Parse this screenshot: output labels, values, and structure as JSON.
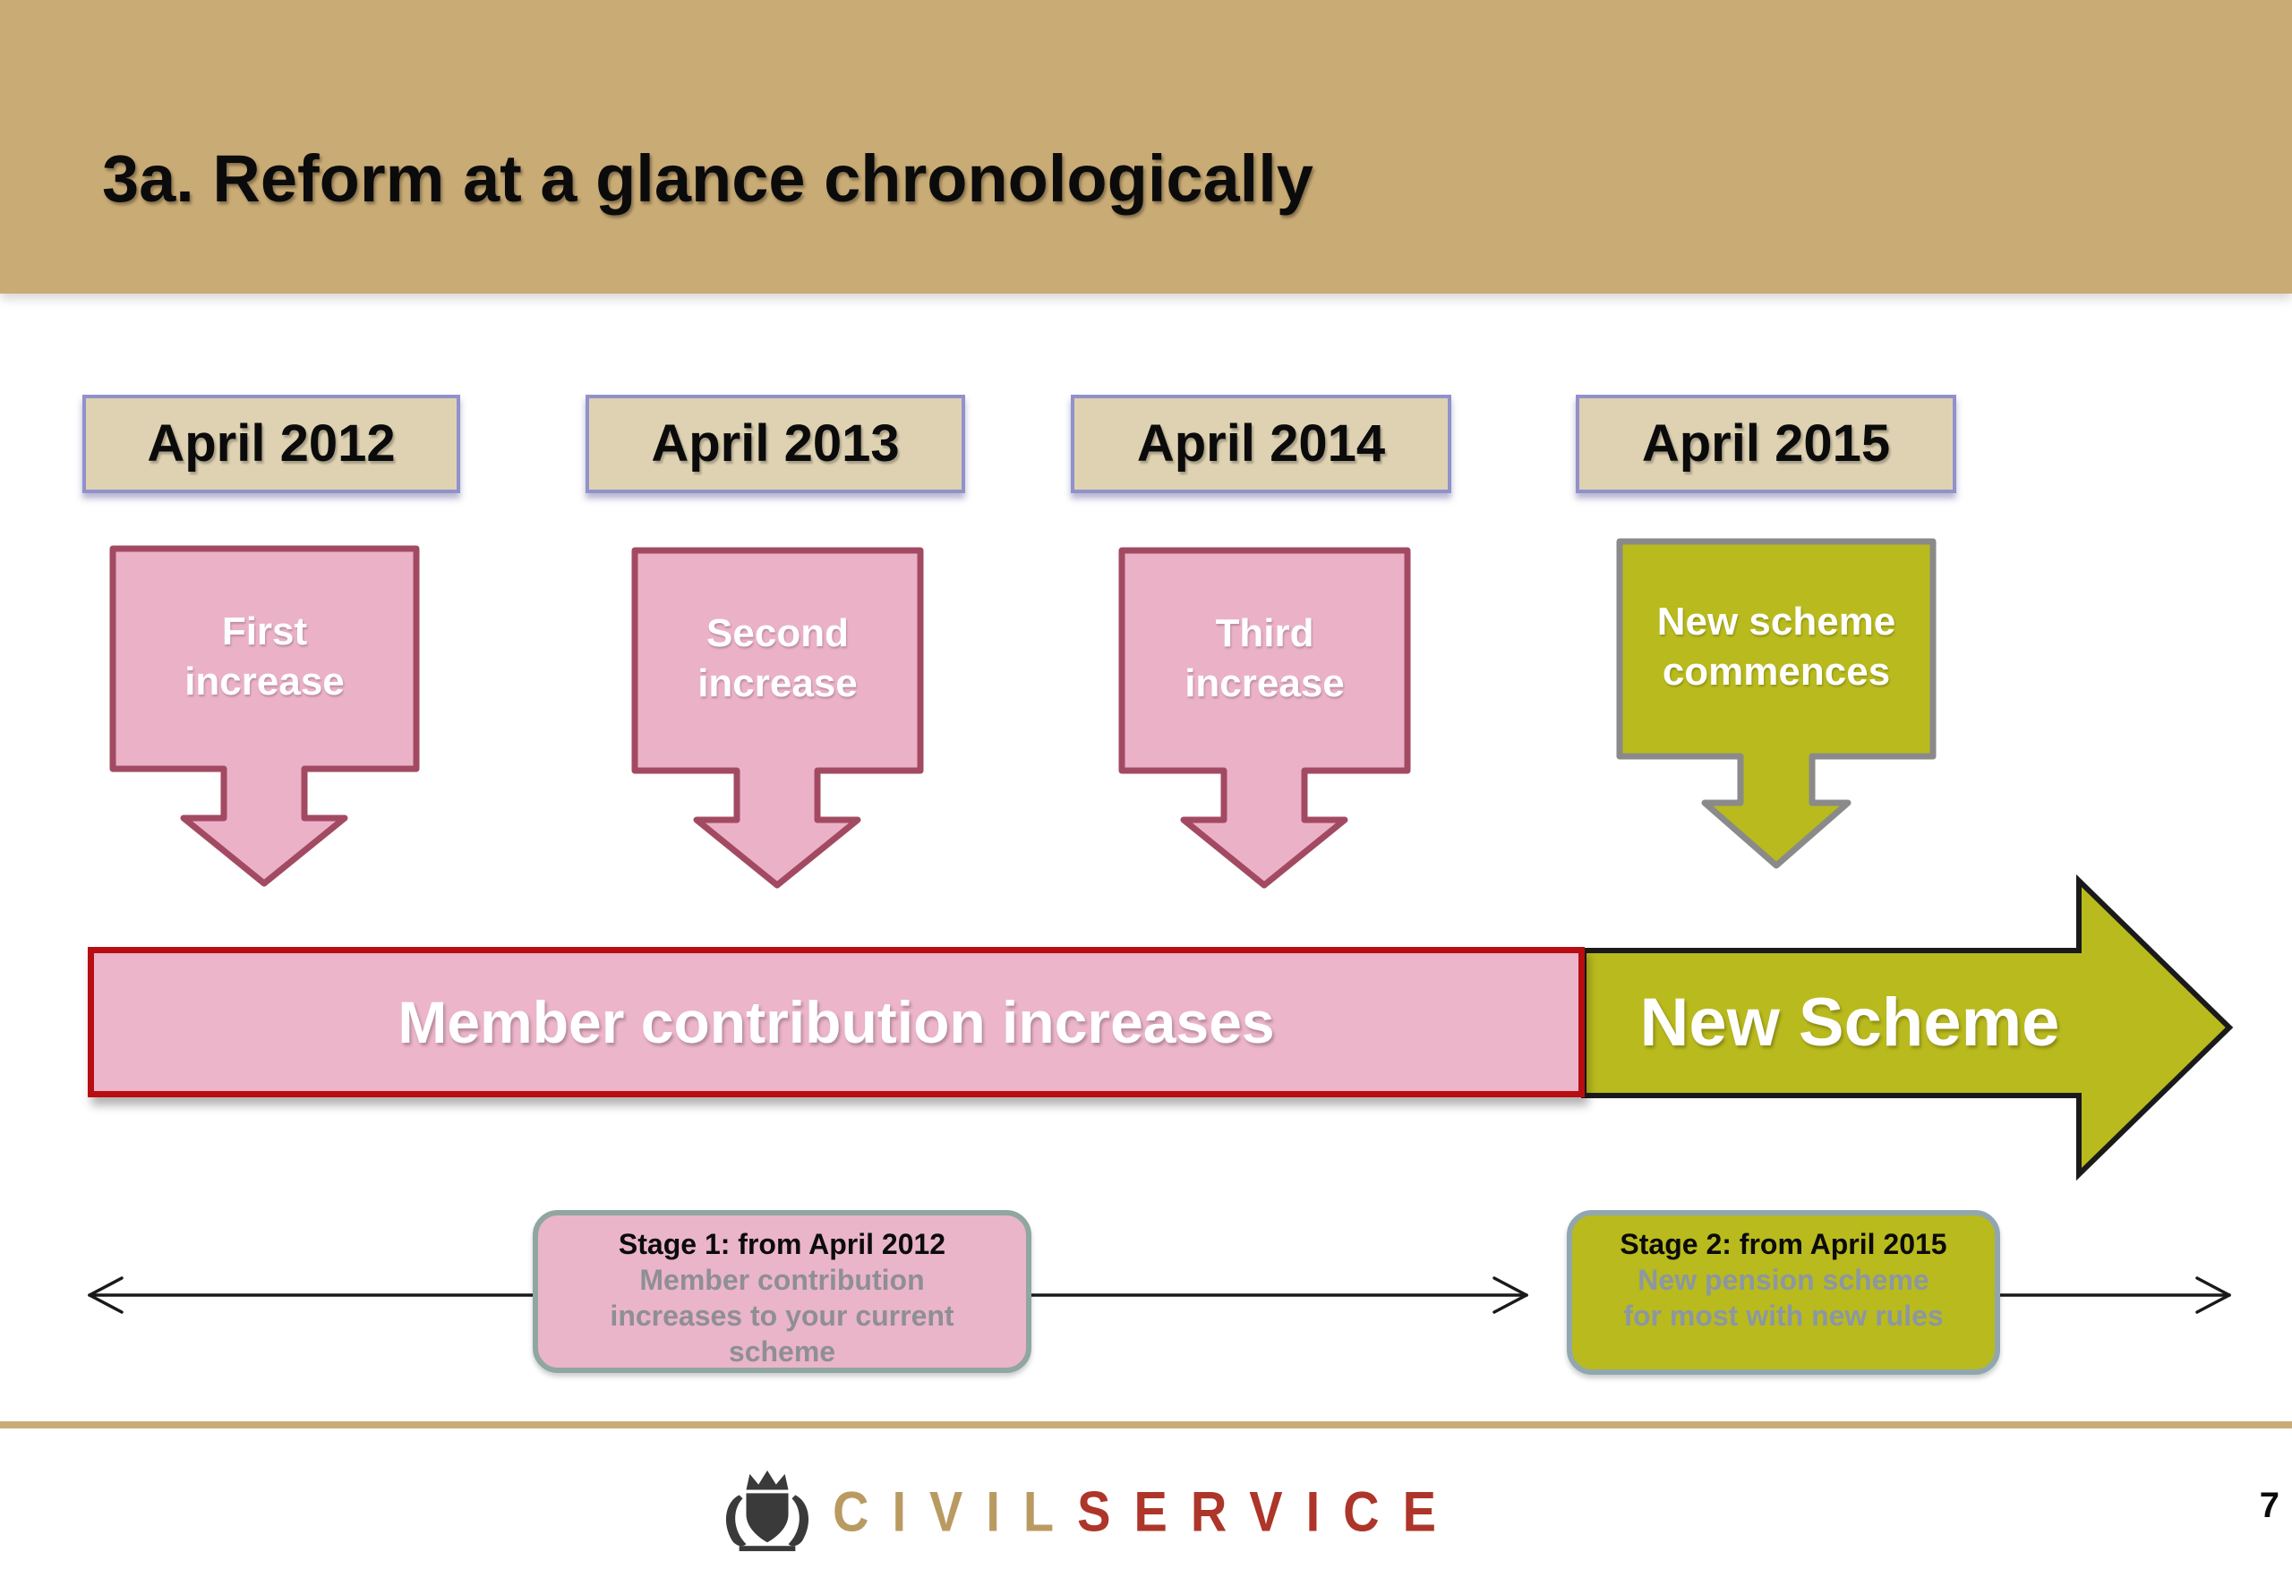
{
  "slide": {
    "title": "3a. Reform at a glance chronologically",
    "page_number": "7"
  },
  "dates": [
    {
      "label": "April 2012"
    },
    {
      "label": "April 2013"
    },
    {
      "label": "April 2014"
    },
    {
      "label": "April 2015"
    }
  ],
  "callouts": [
    {
      "line1": "First",
      "line2": "increase",
      "color": "pink"
    },
    {
      "line1": "Second",
      "line2": "increase",
      "color": "pink"
    },
    {
      "line1": "Third",
      "line2": "increase",
      "color": "pink"
    },
    {
      "line1": "New scheme",
      "line2": "commences",
      "color": "olive"
    }
  ],
  "banner": {
    "stage1_label": "Member contribution increases",
    "stage2_label": "New Scheme"
  },
  "stage_notes": [
    {
      "title": "Stage 1: from April 2012",
      "body_lines": [
        "Member contribution",
        "increases to your current",
        "scheme"
      ]
    },
    {
      "title": "Stage 2: from April 2015",
      "body_lines": [
        "New pension scheme",
        "for most with new rules"
      ]
    }
  ],
  "footer": {
    "crest_icon": "royal-coat-of-arms",
    "brand_civil": "CIVIL",
    "brand_service": "SERVICE"
  },
  "colors": {
    "header_tan": "#c9ab75",
    "date_box_fill": "#ded2b2",
    "date_box_border": "#9191cb",
    "pink_fill": "#ebb1c7",
    "pink_border": "#a34a63",
    "banner_pink_fill": "#ecb5ca",
    "banner_red_border": "#b80d12",
    "olive_fill": "#b9ba1d",
    "olive_gray_border": "#8a8a8a",
    "arrow_outline_black": "#1a1a1a",
    "stage1_body_text": "#8e8f94",
    "stage2_body_text": "#8b97a4",
    "brand_gold": "#b99b62",
    "brand_red": "#ae3529"
  }
}
